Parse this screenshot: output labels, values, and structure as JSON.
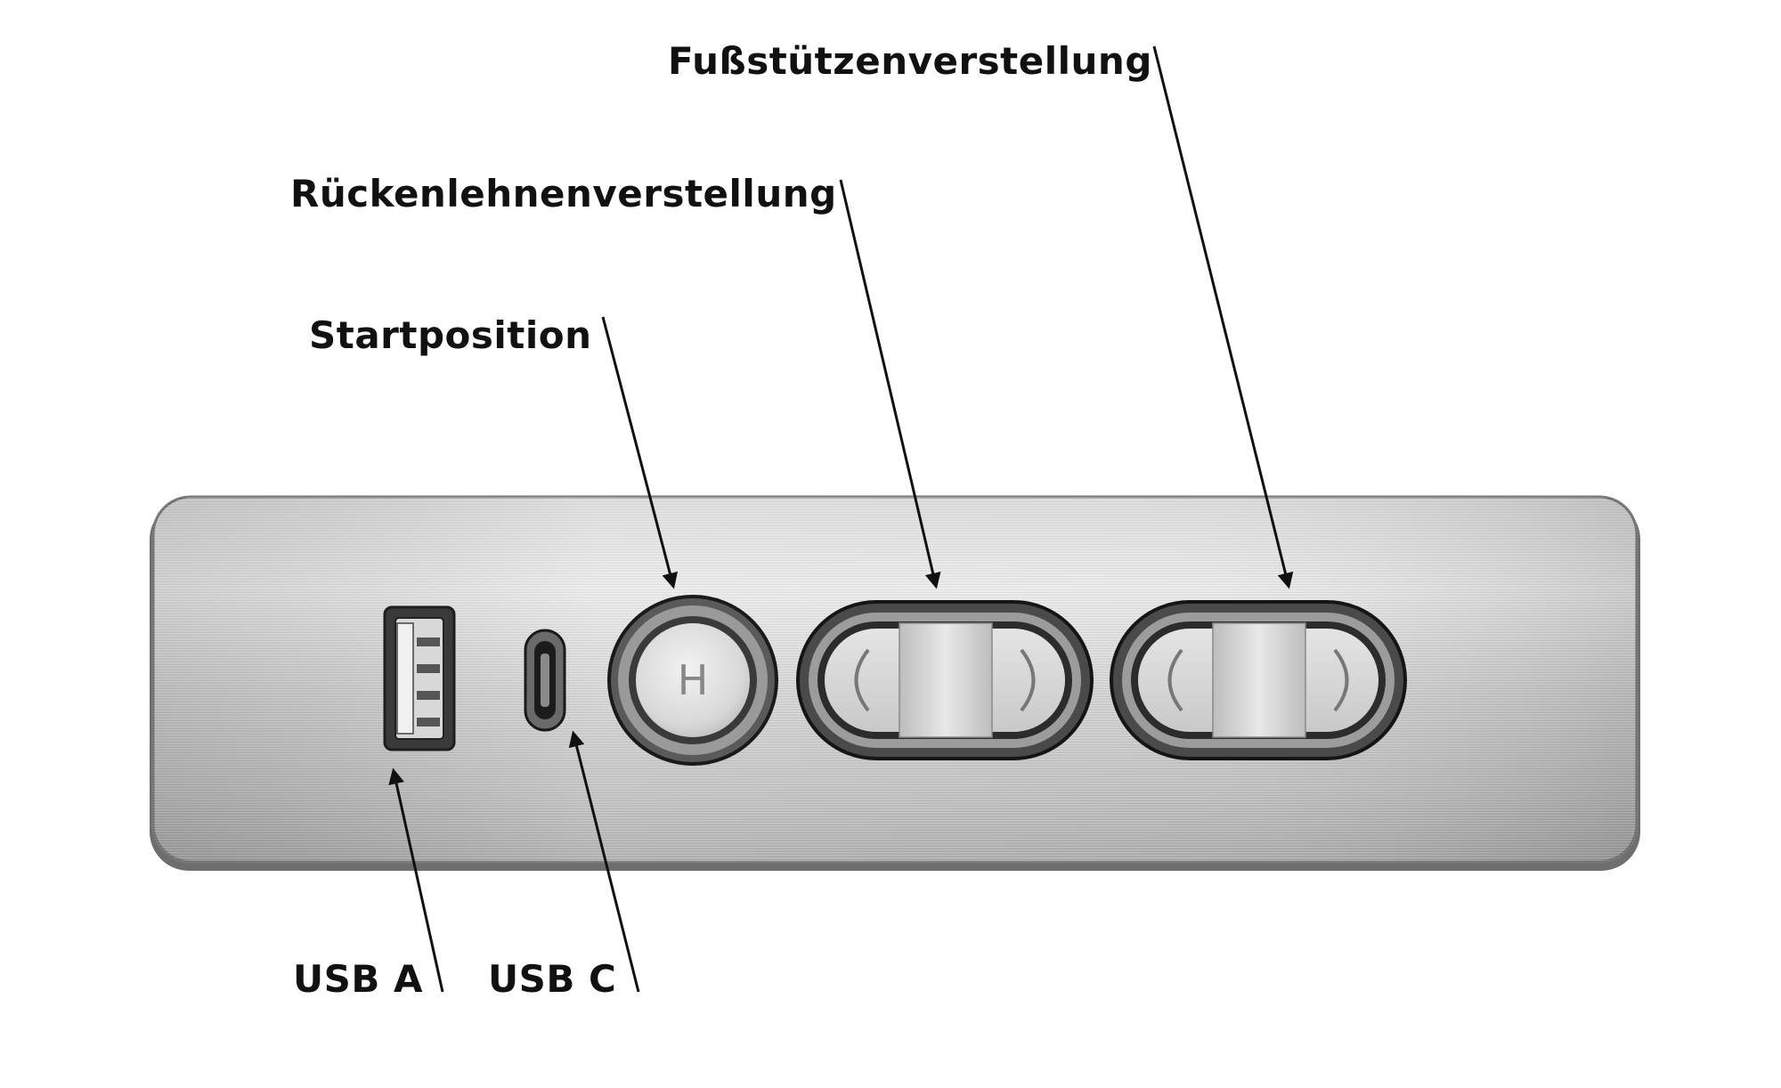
{
  "labels": {
    "fussstuetze": "Fußstützenverstellung",
    "rueckenlehne": "Rückenlehnenverstellung",
    "startposition": "Startposition",
    "usb_a": "USB A",
    "usb_c": "USB C"
  },
  "button_home_letter": "H",
  "colors": {
    "panel_light": "#e8e8e8",
    "panel_dark": "#a9a9a9",
    "outline": "#2a2a2a",
    "button_face": "#dcdcdc",
    "text": "#111111"
  }
}
